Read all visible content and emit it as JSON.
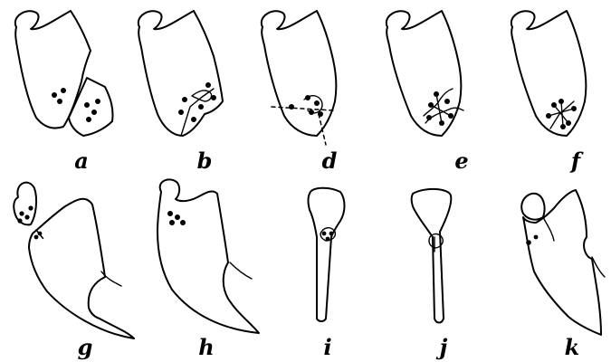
{
  "panels": [
    {
      "id": "a",
      "label": "a"
    },
    {
      "id": "b",
      "label": "b"
    },
    {
      "id": "d",
      "label": "d"
    },
    {
      "id": "e",
      "label": "e"
    },
    {
      "id": "f",
      "label": "f"
    },
    {
      "id": "g",
      "label": "g"
    },
    {
      "id": "h",
      "label": "h"
    },
    {
      "id": "i",
      "label": "i"
    },
    {
      "id": "j",
      "label": "j"
    },
    {
      "id": "k",
      "label": "k"
    }
  ]
}
